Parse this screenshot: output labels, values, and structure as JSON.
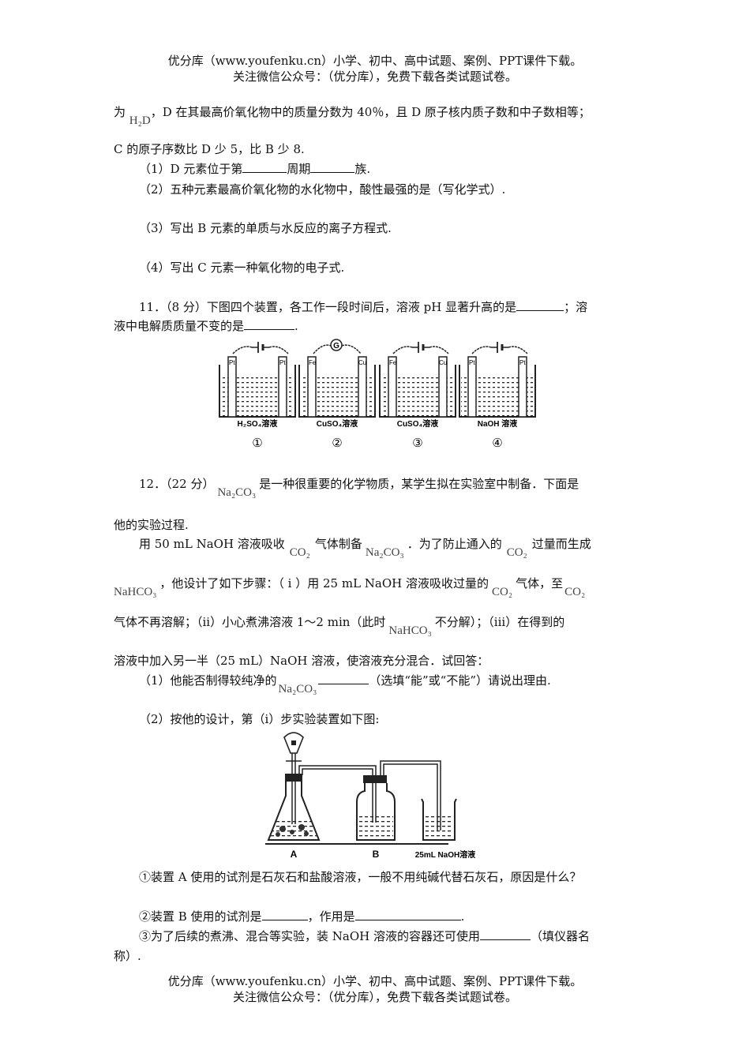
{
  "header": {
    "line1": "优分库（www.youfenku.cn）小学、初中、高中试题、案例、PPT课件下载。",
    "line2": "关注微信公众号：（优分库），免费下载各类试题试卷。"
  },
  "q10": {
    "wei": "为",
    "h2d": "H₂D",
    "line1_rest": "，D 在其最高价氧化物中的质量分数为 40％，且 D 原子核内质子数和中子数相等；",
    "line2": "C 的原子序数比 D 少 5，比 B 少 8.",
    "sub1_a": "（1）D 元素位于第",
    "sub1_b": "周期",
    "sub1_c": "族.",
    "sub2": "（2）五种元素最高价氧化物的水化物中，酸性最强的是（写化学式）.",
    "sub3": "（3）写出 B 元素的单质与水反应的离子方程式.",
    "sub4": "（4）写出 C 元素一种氧化物的电子式."
  },
  "q11": {
    "line1_a": "11．（8 分）下图四个装置，各工作一段时间后，溶液 pH 显著升高的是",
    "line1_b": "；溶",
    "line2_a": "液中电解质质量不变的是",
    "line2_b": ".",
    "cells": [
      {
        "left_electrode": "Pt",
        "right_electrode": "Pt",
        "solution": "H₂SO₄溶液",
        "number": "①",
        "source": "battery"
      },
      {
        "left_electrode": "Fe",
        "right_electrode": "Cu",
        "solution": "CuSO₄溶液",
        "number": "②",
        "source": "galvanometer"
      },
      {
        "left_electrode": "Fe",
        "right_electrode": "Cu",
        "solution": "CuSO₄溶液",
        "number": "③",
        "source": "battery"
      },
      {
        "left_electrode": "Pt",
        "right_electrode": "Pt",
        "solution": "NaOH 溶液",
        "number": "④",
        "source": "battery"
      }
    ],
    "galvanometer_symbol": "G"
  },
  "q12": {
    "intro_a": "12．（22 分）",
    "na2co3": "Na₂CO₃",
    "co2": "CO₂",
    "nahco3": "NaHCO₃",
    "intro_b": "是一种很重要的化学物质，某学生拟在实验室中制备．下面是",
    "intro_c": "他的实验过程.",
    "p1_a": "用 50 mL NaOH 溶液吸收",
    "p1_b": "气体制备",
    "p1_c": "．为了防止通入的",
    "p1_d": "过量而生成",
    "p2_a": "，他设计了如下步骤：（ i ）用 25 mL NaOH 溶液吸收过量的",
    "p2_b": "气体，至",
    "p3_a": "气体不再溶解；（ii）小心煮沸溶液 1～2 min（此时",
    "p3_b": "不分解）；（iii）在得到的",
    "p4": "溶液中加入另一半（25 mL）NaOH 溶液，使溶液充分混合．试回答：",
    "s1_a": "（1）他能否制得较纯净的",
    "s1_b": "（选填“能”或“不能”）请说出理由.",
    "s2": "（2）按他的设计，第（i）步实验装置如下图:",
    "fig_labels": {
      "a": "A",
      "b": "B",
      "c": "25mL NaOH溶液"
    },
    "c1": "①装置 A 使用的试剂是石灰石和盐酸溶液，一般不用纯碱代替石灰石，原因是什么？",
    "c2_a": "②装置 B 使用的试剂是",
    "c2_b": "，作用是",
    "c2_c": ".",
    "c3_a": "③为了后续的煮沸、混合等实验，装 NaOH 溶液的容器还可使用",
    "c3_b": "（填仪器名",
    "c3_c": "称）."
  },
  "footer": {
    "line1": "优分库（www.youfenku.cn）小学、初中、高中试题、案例、PPT课件下载。",
    "line2": "关注微信公众号：（优分库），免费下载各类试题试卷。"
  }
}
